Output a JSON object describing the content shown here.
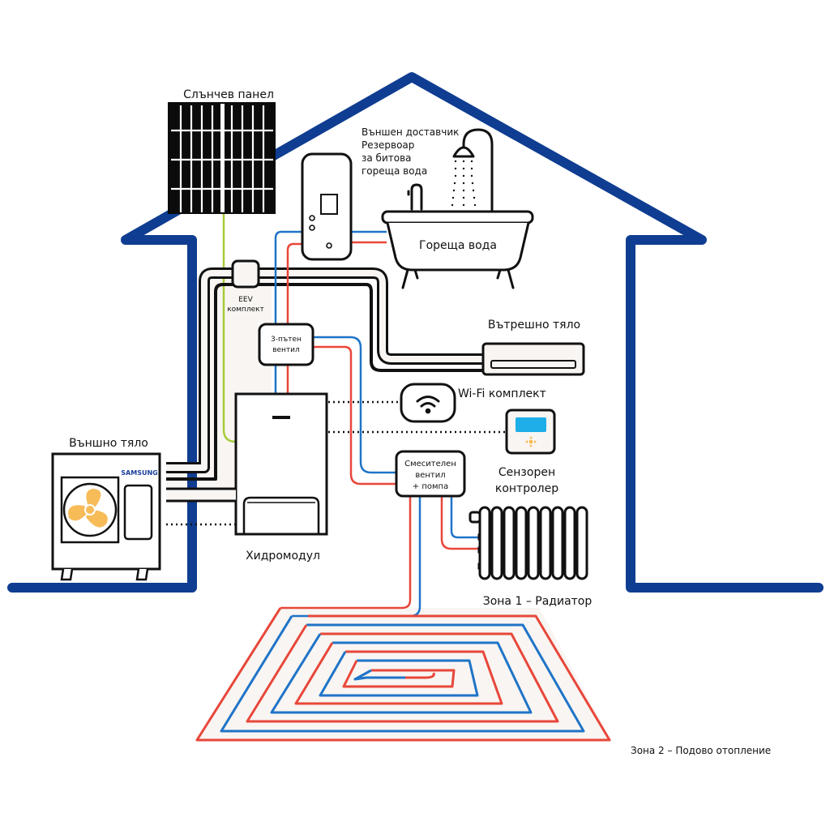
{
  "colors": {
    "house_outline": "#0f3d91",
    "hot_pipe": "#e8473a",
    "cold_pipe": "#1f74c8",
    "solar_cable": "#a8cc3a",
    "fan": "#f7bb58",
    "controller_screen": "#1eaee8",
    "controller_buttons": "#f7bb58",
    "pipe_fill": "#f8f5f2",
    "outline": "#111111",
    "brand_text": "#1a3f9c"
  },
  "labels": {
    "solar_panel": "Слънчев панел",
    "dhw_tank_line1": "Външен доставчик",
    "dhw_tank_line2": "Резервоар",
    "dhw_tank_line3": "за битова",
    "dhw_tank_line4": "гореща вода",
    "hot_water": "Гореща вода",
    "eev_kit_line1": "EEV",
    "eev_kit_line2": "комплект",
    "three_way_valve_line1": "3-пътен",
    "three_way_valve_line2": "вентил",
    "indoor_unit": "Вътрешно тяло",
    "wifi_kit": "Wi-Fi комплект",
    "mixing_valve_line1": "Смесителен",
    "mixing_valve_line2": "вентил",
    "mixing_valve_line3": "+ помпа",
    "touch_controller_line1": "Сензорен",
    "touch_controller_line2": "контролер",
    "outdoor_unit": "Външно тяло",
    "outdoor_brand": "SAMSUNG",
    "hydro_module": "Хидромодул",
    "zone1": "Зона 1 – Радиатор",
    "zone2": "Зона 2 – Подово отопление"
  }
}
